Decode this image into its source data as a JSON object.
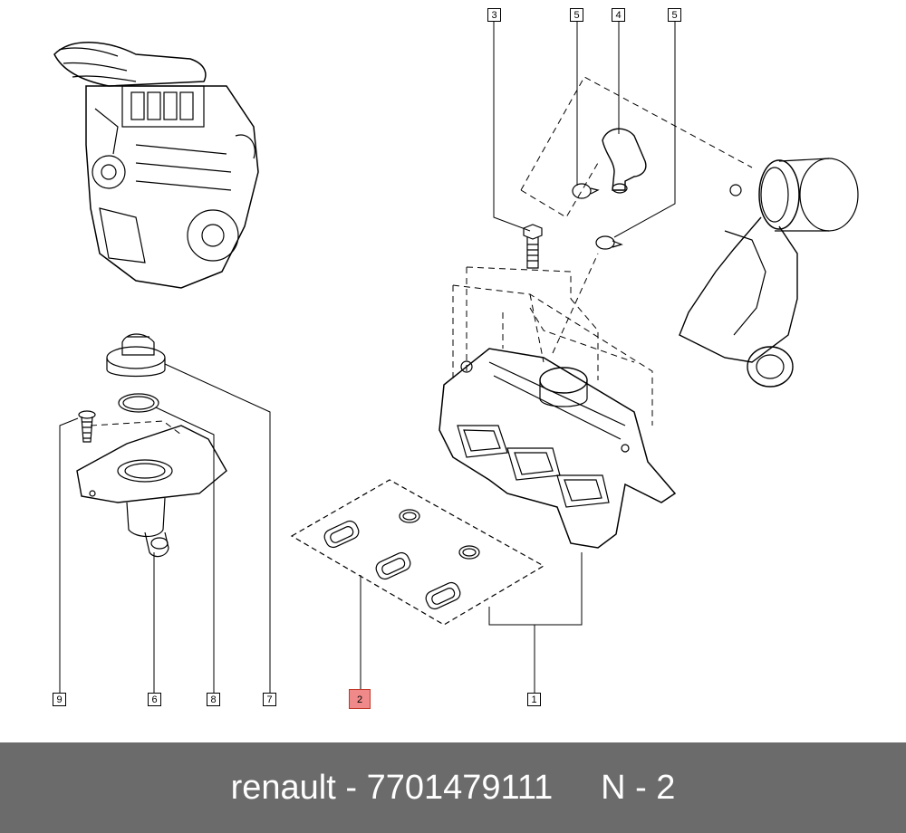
{
  "callouts": {
    "c1": "1",
    "c2": "2",
    "c3": "3",
    "c4": "4",
    "c5a": "5",
    "c5b": "5",
    "c6": "6",
    "c7": "7",
    "c8": "8",
    "c9": "9"
  },
  "footer": {
    "brand": "renault",
    "sep": " - ",
    "part_number": "7701479111",
    "gap": "     ",
    "position": "N - 2"
  },
  "colors": {
    "highlight": "#f08a8a",
    "footer_bg": "#6b6b6b",
    "line": "#000000"
  }
}
